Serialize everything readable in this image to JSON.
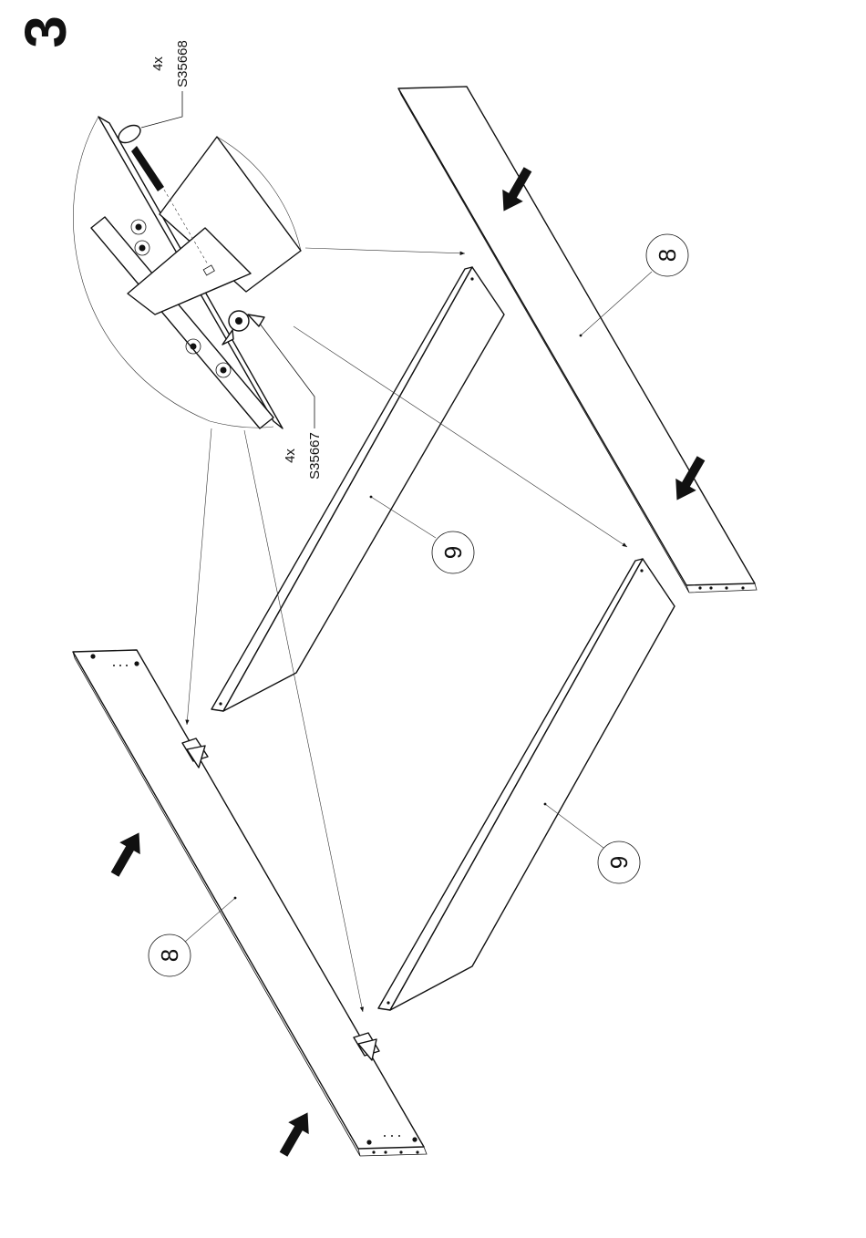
{
  "step": {
    "number": "3"
  },
  "parts": {
    "bolt": {
      "qty": "4x",
      "code": "S35668"
    },
    "wing_nut": {
      "qty": "4x",
      "code": "S35667"
    }
  },
  "callouts": {
    "board_8_right": "8",
    "board_8_left": "8",
    "board_9_top": "9",
    "board_9_bottom": "9"
  }
}
